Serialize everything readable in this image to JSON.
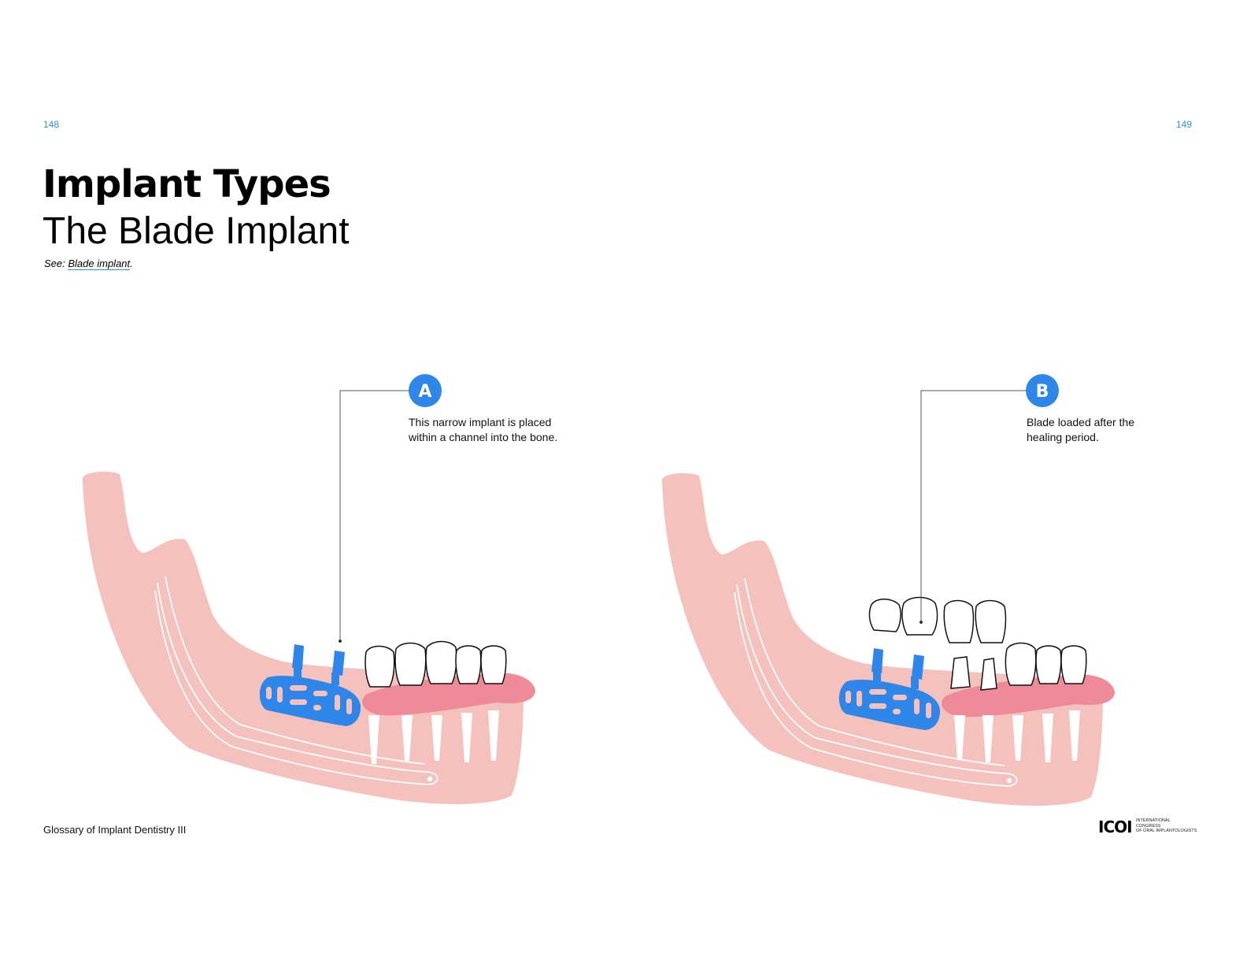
{
  "page_numbers": {
    "left": "148",
    "right": "149"
  },
  "heading": {
    "title": "Implant Types",
    "subtitle": "The Blade Implant"
  },
  "see_also": {
    "prefix": "See:",
    "link": "Blade implant",
    "suffix": "."
  },
  "callouts": [
    {
      "marker": "A",
      "text": "This narrow implant is placed\nwithin a channel into the bone."
    },
    {
      "marker": "B",
      "text": "Blade loaded after the\nhealing period."
    }
  ],
  "footer": {
    "publication": "Glossary of Implant Dentistry III"
  },
  "logo": {
    "mark": "ICOI",
    "lines": [
      "International",
      "Congress",
      "of Oral Implantologists"
    ]
  },
  "colors": {
    "accent_blue": "#2f8ee6",
    "bone_pink": "#f4c1bd",
    "gum_pink": "#ef8b98",
    "implant_blue": "#2d86e8"
  }
}
